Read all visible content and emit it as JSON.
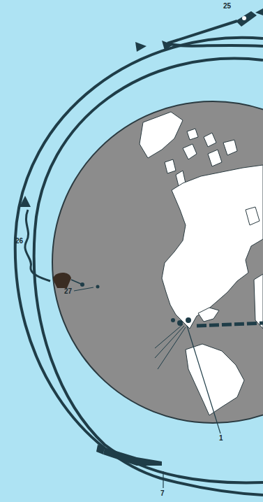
{
  "diagram": {
    "labels": [
      "25",
      "26",
      "27",
      "1",
      "7"
    ]
  }
}
